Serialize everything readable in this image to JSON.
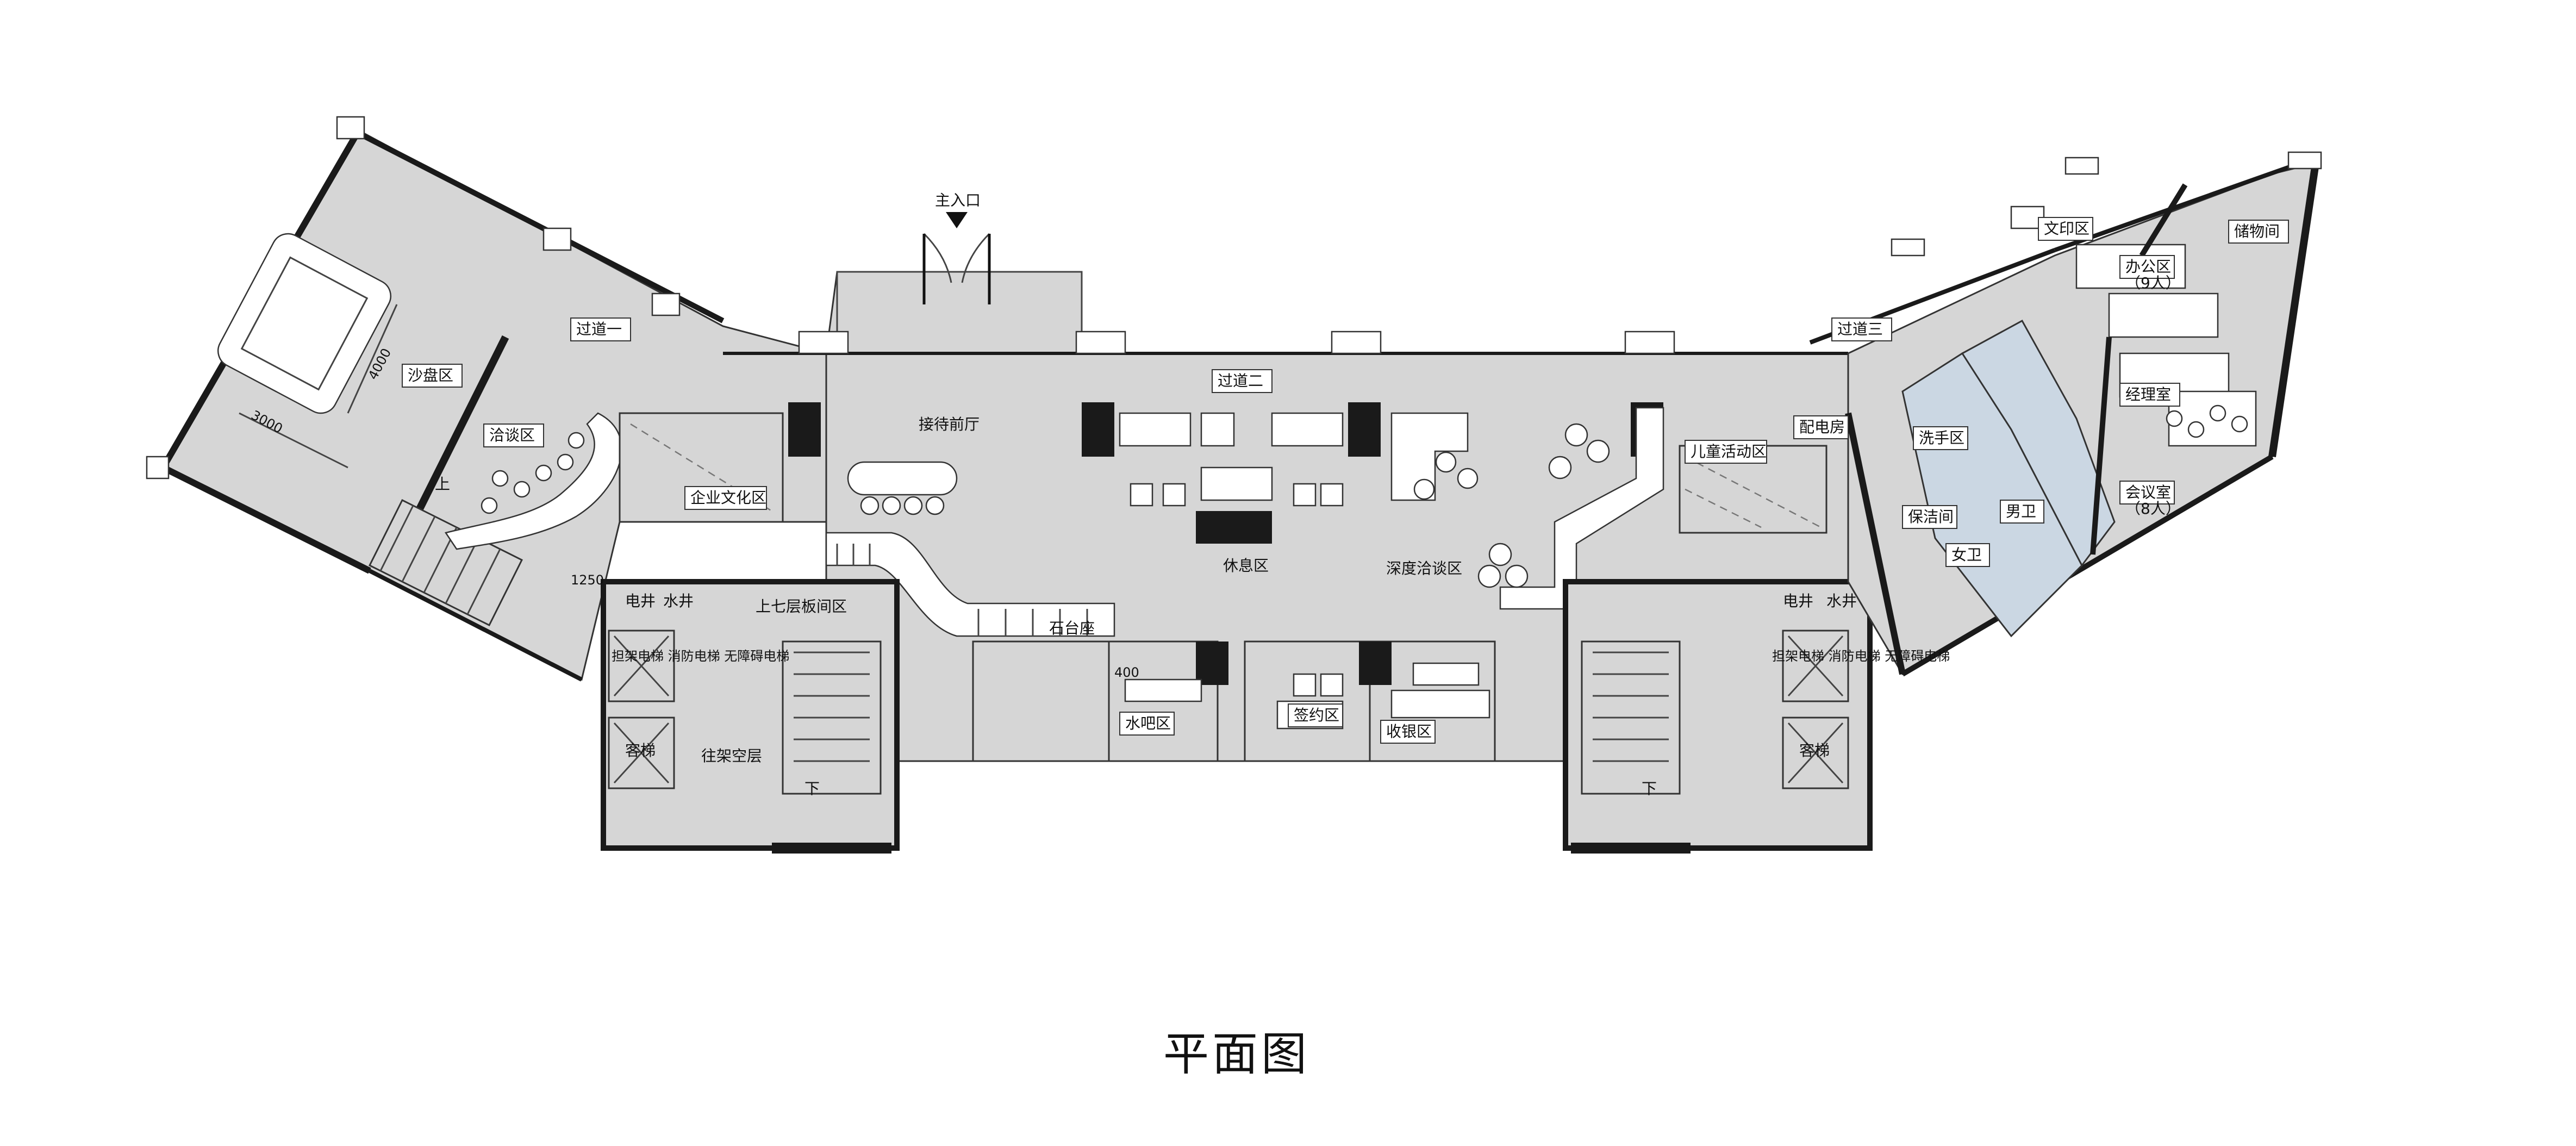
{
  "title": "平面图",
  "entrance": "主入口",
  "rooms": {
    "sandtable": "沙盘区",
    "corridor1": "过道一",
    "negotiation": "洽谈区",
    "culture": "企业文化区",
    "reception": "接待前厅",
    "corridor2": "过道二",
    "rest": "休息区",
    "deep_talk": "深度洽谈区",
    "kids": "儿童活动区",
    "power_room": "配电房",
    "corridor3": "过道三",
    "print": "文印区",
    "office": "办公区",
    "office_cap": "（9人）",
    "storage": "储物间",
    "manager": "经理室",
    "meeting": "会议室",
    "meeting_cap": "（8人）",
    "wash": "洗手区",
    "cleaning": "保洁间",
    "men": "男卫",
    "women": "女卫",
    "stone_base": "石台座",
    "bar": "水吧区",
    "signing": "签约区",
    "cashier": "收银区",
    "elec_left": "电井",
    "water_left": "水井",
    "elec_right": "电井",
    "water_right": "水井",
    "upper_floor": "上七层板间区",
    "fire_elev_left": "担架电梯 消防电梯 无障碍电梯",
    "fire_elev_right": "担架电梯 消防电梯 无障碍电梯",
    "guest_elev_left": "客梯",
    "guest_elev_right": "客梯",
    "overhead": "往架空层",
    "up": "上",
    "down": "下"
  },
  "dimensions": {
    "w3000": "3000",
    "h4000": "4000",
    "d1250": "1250",
    "d400": "400"
  }
}
